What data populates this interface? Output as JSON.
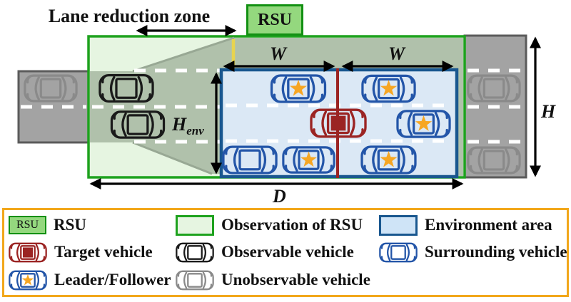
{
  "figure": {
    "rsu_label": "RSU",
    "lane_reduction_label": "Lane reduction zone",
    "dim_w_left": "W",
    "dim_w_right": "W",
    "dim_h": "H",
    "dim_h_env_base": "H",
    "dim_h_env_sub": "env",
    "dim_d": "D"
  },
  "legend": {
    "rsu_icon_label": "RSU",
    "items": [
      {
        "icon": "rsu-box-icon",
        "label": "RSU"
      },
      {
        "icon": "observation-area-icon",
        "label": "Observation of RSU"
      },
      {
        "icon": "environment-area-icon",
        "label": "Environment area"
      },
      {
        "icon": "target-vehicle-icon",
        "label": "Target vehicle"
      },
      {
        "icon": "observable-vehicle-icon",
        "label": "Observable vehicle"
      },
      {
        "icon": "surrounding-vehicle-icon",
        "label": "Surrounding vehicle"
      },
      {
        "icon": "leader-follower-icon",
        "label": "Leader/Follower"
      },
      {
        "icon": "unobservable-vehicle-icon",
        "label": "Unobservable vehicle"
      }
    ]
  },
  "colors": {
    "observation_fill": "#e6f5e1",
    "observation_border": "#1ea21e",
    "observed_road_fill": "#b0c1ab",
    "road_fill": "#a3a3a3",
    "road_border": "#5b5b5b",
    "environment_fill": "#dbe8f5",
    "environment_border": "#19578f",
    "target_red": "#9b2423",
    "vehicle_blue": "#2355a8",
    "vehicle_black": "#1a1a1a",
    "vehicle_gray": "#8a8a8a",
    "star_orange": "#f6a623",
    "lane_start_yellow": "#e8d44f",
    "legend_border": "#f2a71b",
    "rsu_fill": "#94d87e",
    "rsu_border": "#129012"
  }
}
